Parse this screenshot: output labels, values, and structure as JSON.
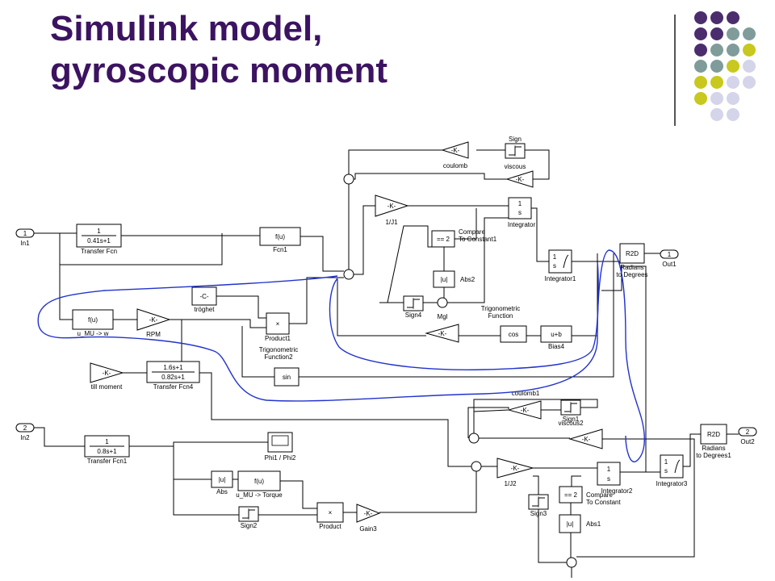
{
  "slide": {
    "title_line1": "Simulink model,",
    "title_line2": "gyroscopic moment"
  },
  "colors": {
    "title": "#3c1361",
    "purple": "#4b2d6e",
    "teal": "#7f9c9a",
    "olive": "#c8c81e",
    "lavender": "#d4d4ea",
    "line": "#555555",
    "annotation": "#2233cc"
  },
  "diagram": {
    "in1": "In1",
    "in1_num": "1",
    "in2": "In2",
    "in2_num": "2",
    "out1": "Out1",
    "out1_num": "1",
    "out2": "Out2",
    "out2_num": "2",
    "tf1_num": "1",
    "tf1_den": "0.41s+1",
    "tf1_label": "Transfer Fcn",
    "fcn1_body": "f(u)",
    "fcn1_label": "Fcn1",
    "coulomb_body": "-K-",
    "coulomb_label": "coulomb",
    "sign_label": "Sign",
    "viscous_body": "-K-",
    "viscous_label": "viscous",
    "gain_j1_body": "-K-",
    "gain_j1_label": "1/J1",
    "integrator_body_num": "1",
    "integrator_body_den": "s",
    "integrator_label": "Integrator",
    "compare1_body": "== 2",
    "compare1_label": "Compare\nTo Constant1",
    "abs2_body": "|u|",
    "abs2_label": "Abs2",
    "integrator1_label": "Integrator1",
    "r2d_body": "R2D",
    "r2d_label": "Radians\nto Degrees",
    "sign4_label": "Sign4",
    "mgl_label": "Mgl",
    "trig_label": "Trigonometric\nFunction",
    "cos_body": "cos",
    "bias_body": "u+b",
    "bias_label": "Bias4",
    "gain_k_body": "-K-",
    "const_body": "-C-",
    "const_label": "tröghet",
    "fu_body": "f(u)",
    "fu_label": "u_MU -> w",
    "rpm_body": "-K-",
    "rpm_label": "RPM",
    "product1_body": "×",
    "product1_label": "Product1",
    "trig2_label": "Trigonometric\nFunction2",
    "sin_body": "sin",
    "till_body": "-K-",
    "till_label": "till moment",
    "tf4_num": "1.6s+1",
    "tf4_den": "0.82s+1",
    "tf4_label": "Transfer Fcn4",
    "coulomb1_label": "coulomb1",
    "coulomb1_body": "-K-",
    "sign1_label": "Sign1",
    "viscous2_label": "viscous2",
    "viscous2_body": "-K-",
    "tf_fcn1_num": "1",
    "tf_fcn1_den": "0.8s+1",
    "tf_fcn1_label": "Transfer Fcn1",
    "scope_label": "Phi1 / Phi2",
    "abs_body": "|u|",
    "abs_label": "Abs",
    "torque_body": "f(u)",
    "torque_label": "u_MU -> Torque",
    "sign2_label": "Sign2",
    "product_body": "×",
    "product_label": "Product",
    "gain3_body": "-K-",
    "gain3_label": "Gain3",
    "gain_j2_body": "-K-",
    "gain_j2_label": "1/J2",
    "integrator2_label": "Integrator2",
    "compare_body": "== 2",
    "compare_label": "Compare\nTo Constant",
    "sign3_label": "Sign3",
    "abs1_body": "|u|",
    "abs1_label": "Abs1",
    "integrator3_label": "Integrator3",
    "r2d1_body": "R2D",
    "r2d1_label": "Radians\nto Degrees1"
  }
}
